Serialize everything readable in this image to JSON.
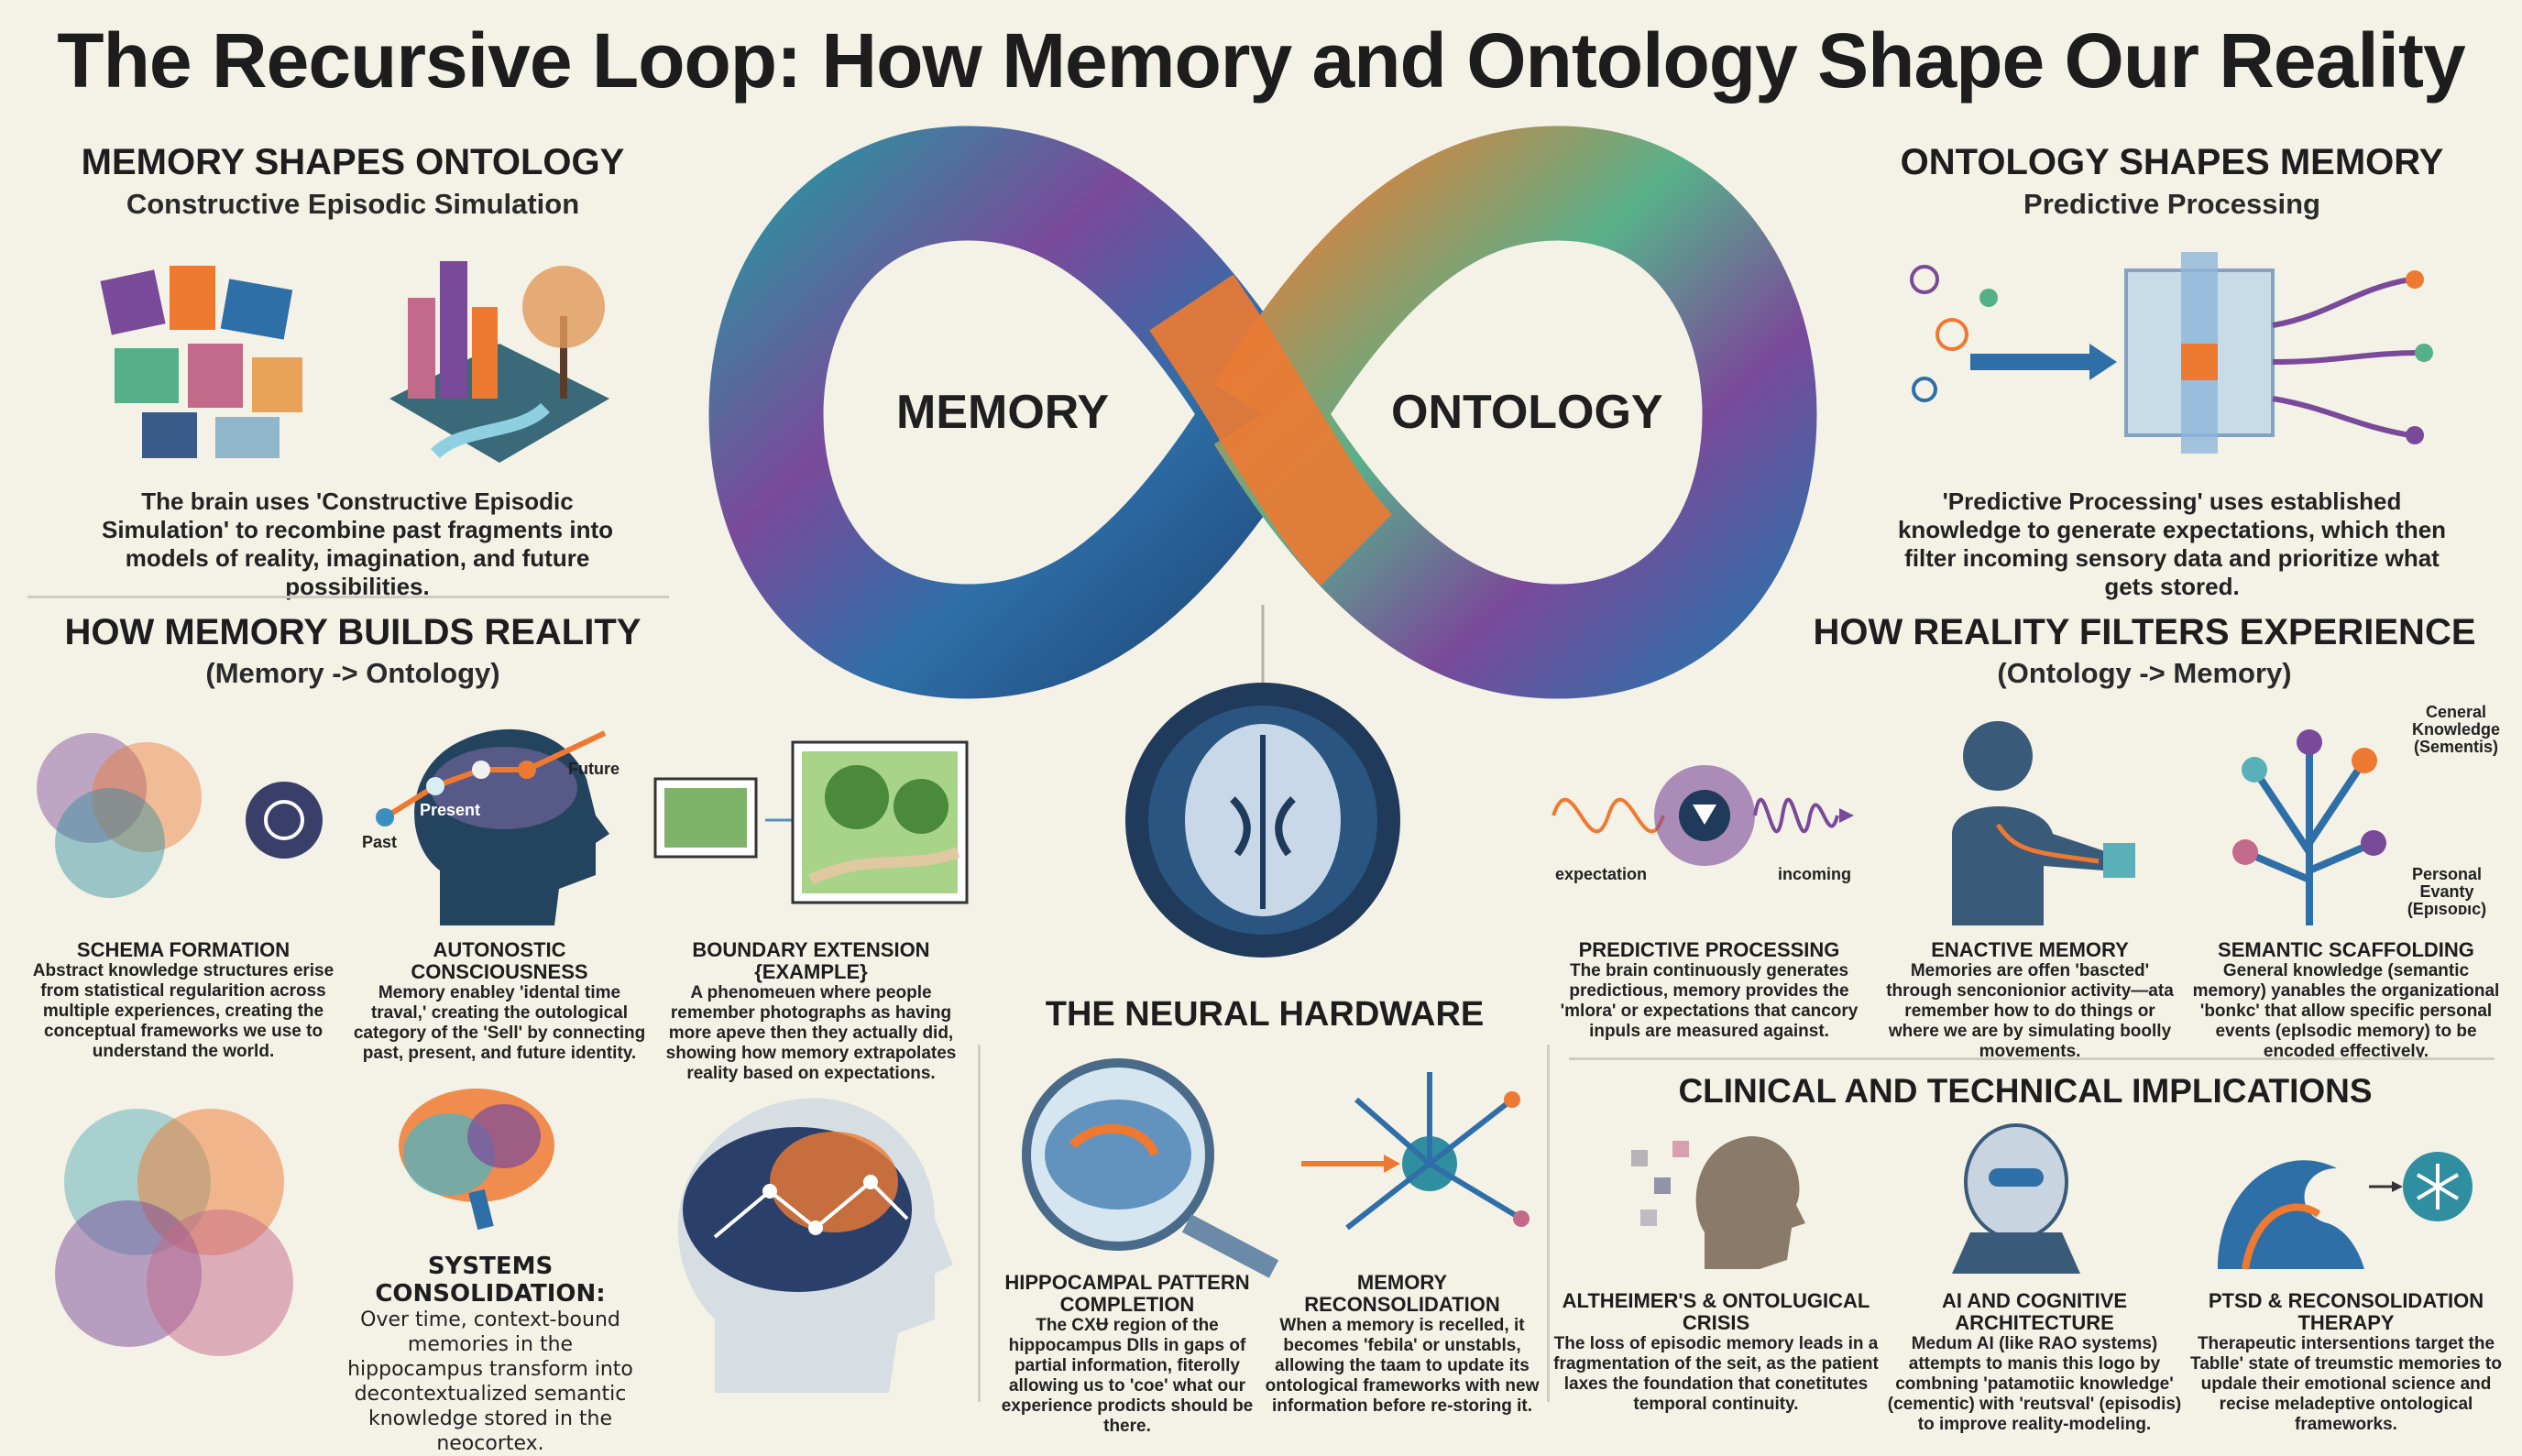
{
  "title": "The Recursive Loop: How Memory and Ontology Shape Our Reality",
  "loop": {
    "left_label": "MEMORY",
    "right_label": "ONTOLOGY"
  },
  "left_top": {
    "heading": "MEMORY SHAPES ONTOLOGY",
    "subheading": "Constructive Episodic Simulation",
    "text": "The brain uses 'Constructive Episodic Simulation' to recombine past fragments into models of reality, imagination, and future possibilities."
  },
  "right_top": {
    "heading": "ONTOLOGY SHAPES MEMORY",
    "subheading": "Predictive Processing",
    "text": "'Predictive Processing' uses established knowledge to generate expectations, which then filter incoming sensory data and prioritize what gets stored."
  },
  "builds": {
    "heading": "HOW MEMORY BUILDS REALITY",
    "subheading": "(Memory -> Ontology)",
    "timeline_labels": {
      "past": "Past",
      "present": "Present",
      "future": "Future"
    },
    "items": [
      {
        "title": "SCHEMA FORMATION",
        "text": "Abstract knowledge structures erise from statistical regularition across multiple experiences, creating the conceptual frameworks we use to understand the world."
      },
      {
        "title": "AUTONOSTIC CONSCIOUSNESS",
        "text": "Memory enabley 'idental time traval,' creating the outological category of the 'Sell' by connecting past, present, and future identity."
      },
      {
        "title": "BOUNDARY EXTENSION {EXAMPLE}",
        "text": "A phenomeuen where people remember photographs as having more apeve then they actually did, showing how memory extrapolates reality based on expectations."
      }
    ],
    "consolidation": {
      "title": "SYSTEMS CONSOLIDATION:",
      "text": "Over time, context-bound memories in the hippocampus transform into decontextualized semantic knowledge stored in the neocortex."
    }
  },
  "filters": {
    "heading": "HOW REALITY FILTERS EXPERIENCE",
    "subheading": "(Ontology -> Memory)",
    "wave_labels": {
      "left": "expectation",
      "right": "incoming"
    },
    "tree_labels": {
      "top": "Ceneral Knowledge (Sementis)",
      "bottom": "Personal Evanty (Epısoᴅıc)"
    },
    "items": [
      {
        "title": "PREDICTIVE PROCESSING",
        "text": "The brain continuously generates predictious, memory provides the 'mlora' or expectations that cancory inpuls are measured against."
      },
      {
        "title": "ENACTIVE MEMORY",
        "text": "Memories are offen 'bascted' through senconionior activity—ata remember how to do things or where we are by simulating boolly movements."
      },
      {
        "title": "SEMANTIC SCAFFOLDING",
        "text": "General knowledge (semantic memory) yanables the organizational 'bonkc' that allow specific personal events (eplsodic memory) to be encoded effectively."
      }
    ]
  },
  "neural": {
    "heading": "THE NEURAL HARDWARE",
    "items": [
      {
        "title": "HIPPOCAMPAL PATTERN COMPLETION",
        "text": "The CXɄ region of the hippocampus Dlls in gaps of partial information, fiterolly allowing us to 'coe' what our experience prodicts should be there."
      },
      {
        "title": "MEMORY RECONSOLIDATION",
        "text": "When a memory is recelled, it becomes 'febila' or unstabls, allowing the taam to update its ontological frameworks with new information before re-storing it."
      }
    ]
  },
  "clinical": {
    "heading": "CLINICAL AND TECHNICAL IMPLICATIONS",
    "items": [
      {
        "title": "ALTHEIMER'S & ONTOLUGICAL CRISIS",
        "text": "The loss of episodic memory leads in a fragmentation of the seit, as the patient laxes the foundation that conetitutes temporal continuity."
      },
      {
        "title": "AI AND COGNITIVE ARCHITECTURE",
        "text": "Medum AI (like RAO systems) attempts to manis this logo by combning 'patamotiic knowledge' (cementic) with 'reutsval' (episodis) to improve reality-modeling."
      },
      {
        "title": "PTSD & RECONSOLIDATION THERAPY",
        "text": "Therapeutic intersentions target the Tablle' state of treumstic memories to updale their emotional science and recise meladeptive ontological frameworks."
      }
    ]
  },
  "colors": {
    "background": "#f4f1e6",
    "blue": "#2f6fa8",
    "purple": "#7a4a9a",
    "orange": "#ee7a32",
    "green": "#55b08a",
    "navy": "#1f3a5a"
  }
}
